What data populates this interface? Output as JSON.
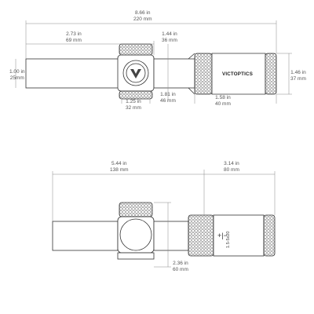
{
  "brand": "VICTOPTICS",
  "magnification_label": "1.5-5x20",
  "top_view": {
    "overall_length": {
      "in": "8.66 in",
      "mm": "220 mm"
    },
    "ocular_to_turret": {
      "in": "2.73 in",
      "mm": "69 mm"
    },
    "turret_width": {
      "in": "1.44 in",
      "mm": "36 mm"
    },
    "tube_diameter": {
      "in": "1.00 in",
      "mm": "25mm"
    },
    "objective_diameter": {
      "in": "1.46 in",
      "mm": "37 mm"
    },
    "saddle_width": {
      "in": "1.25 in",
      "mm": "32 mm"
    },
    "turret_height": {
      "in": "1.81 in",
      "mm": "46 mm"
    },
    "eyepiece_length": {
      "in": "1.58 in",
      "mm": "40 mm"
    }
  },
  "side_view": {
    "front_section": {
      "in": "5.44 in",
      "mm": "138 mm"
    },
    "rear_section": {
      "in": "3.14 in",
      "mm": "80 mm"
    },
    "turret_height": {
      "in": "2.36 in",
      "mm": "60 mm"
    },
    "diopter_marks": "+|−"
  }
}
